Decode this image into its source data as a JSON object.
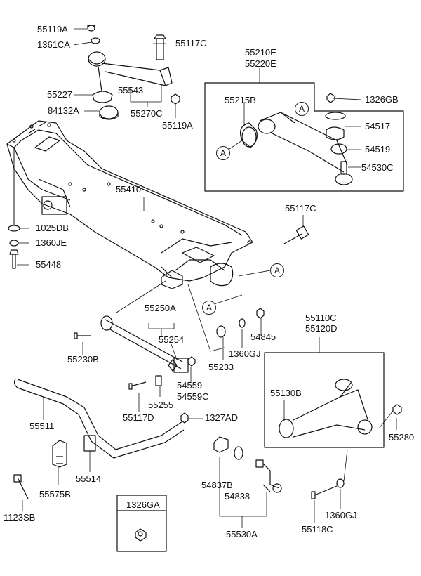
{
  "labels": {
    "p55119A_top": "55119A",
    "p1361CA": "1361CA",
    "p55117C_top": "55117C",
    "p55227": "55227",
    "p55543": "55543",
    "p84132A": "84132A",
    "p55270C": "55270C",
    "p55119A_mid": "55119A",
    "p55410": "55410",
    "p1025DB": "1025DB",
    "p1360JE": "1360JE",
    "p55448": "55448",
    "p55210E": "55210E",
    "p55220E": "55220E",
    "p1326GB": "1326GB",
    "p55215B": "55215B",
    "p54517": "54517",
    "p54519": "54519",
    "p54530C": "54530C",
    "p55117C_mid": "55117C",
    "p55250A": "55250A",
    "p55254": "55254",
    "p55230B": "55230B",
    "p54559": "54559",
    "p54559C": "54559C",
    "p55255": "55255",
    "p55117D": "55117D",
    "p1327AD": "1327AD",
    "p55233": "55233",
    "p1360GJ_mid": "1360GJ",
    "p54845": "54845",
    "p55110C": "55110C",
    "p55120D": "55120D",
    "p55130B": "55130B",
    "p55280": "55280",
    "p55511": "55511",
    "p55514": "55514",
    "p55575B": "55575B",
    "p1123SB": "1123SB",
    "p54837B": "54837B",
    "p54838": "54838",
    "p55530A": "55530A",
    "p55118C": "55118C",
    "p1360GJ_bot": "1360GJ",
    "p1326GA": "1326GA"
  },
  "callouts": {
    "a1": "A",
    "a2": "A",
    "a3": "A",
    "a4": "A"
  }
}
